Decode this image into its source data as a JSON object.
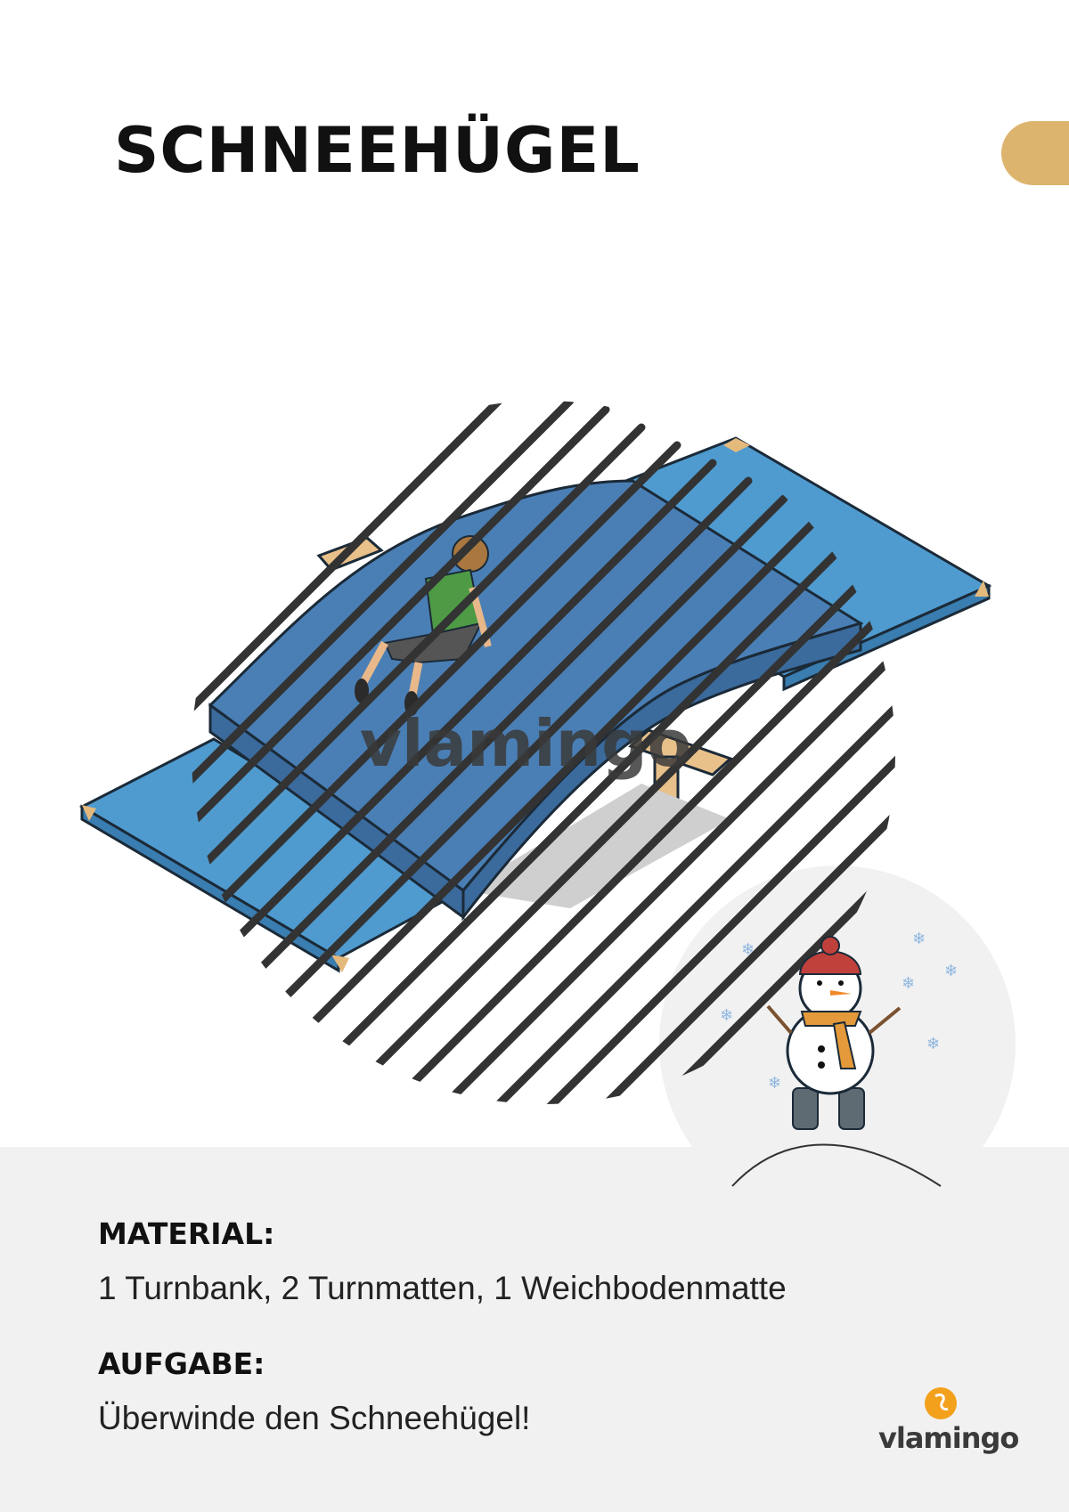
{
  "title": "SCHNEEHÜGEL",
  "watermark": "vlamingo",
  "material": {
    "label": "MATERIAL:",
    "text": "1 Turnbank, 2 Turnmatten, 1 Weichbodenmatte"
  },
  "task": {
    "label": "AUFGABE:",
    "text": "Überwinde den Schneehügel!"
  },
  "logo": {
    "text": "vlamingo",
    "icon": "flamingo-logo-icon"
  },
  "colors": {
    "accent_tab": "#ddb46e",
    "mat_blue": "#4f9bd0",
    "soft_mat_blue": "#4a7fb5",
    "panel_gray": "#f1f1f1",
    "logo_orange": "#f3a01c"
  }
}
